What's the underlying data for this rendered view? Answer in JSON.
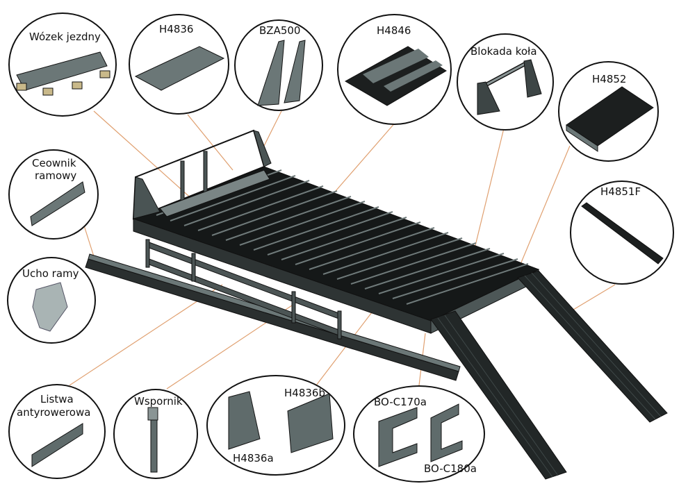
{
  "diagram": {
    "type": "exploded-parts-callout",
    "subject": "Car transporter platform with ramps",
    "colors": {
      "outline": "#111111",
      "part_fill": "#5f6b6b",
      "part_dark": "#1c1f1f",
      "leader_line": "#e0a070",
      "background": "#ffffff"
    },
    "callouts": [
      {
        "id": "wozek-jezdny",
        "label": "Wózek jezdny"
      },
      {
        "id": "h4836",
        "label": "H4836"
      },
      {
        "id": "bza500",
        "label": "BZA500"
      },
      {
        "id": "h4846",
        "label": "H4846"
      },
      {
        "id": "blokada-kola",
        "label": "Blokada koła"
      },
      {
        "id": "h4852",
        "label": "H4852"
      },
      {
        "id": "ceownik-ramowy",
        "label_line1": "Ceownik",
        "label_line2": "ramowy"
      },
      {
        "id": "h4851f",
        "label": "H4851F"
      },
      {
        "id": "ucho-ramy",
        "label": "Ucho ramy"
      },
      {
        "id": "listwa-antyrowerowa",
        "label_line1": "Listwa",
        "label_line2": "antyrowerowa"
      },
      {
        "id": "wspornik",
        "label": "Wspornik"
      },
      {
        "id": "h4836ab",
        "label_a": "H4836a",
        "label_b": "H4836b"
      },
      {
        "id": "bo-c",
        "label_a": "BO-C170a",
        "label_b": "BO-C180a"
      }
    ]
  }
}
